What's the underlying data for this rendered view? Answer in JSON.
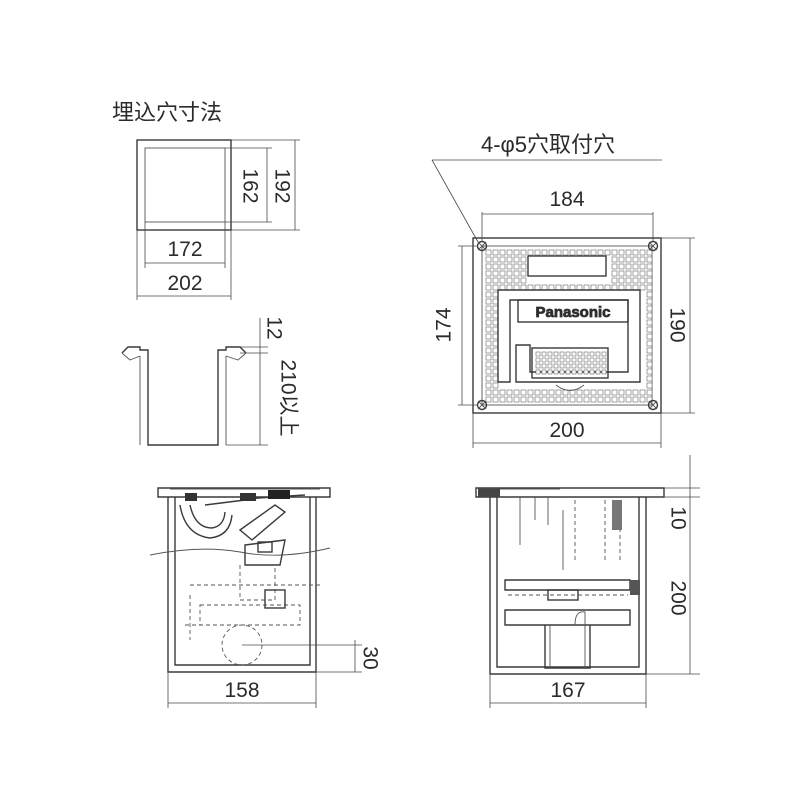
{
  "cutout_title": "埋込穴寸法",
  "mount_hole_label": "4-φ5穴取付穴",
  "brand_text": "Panasonic",
  "dims": {
    "cut_inner_height": "162",
    "cut_outer_height": "192",
    "cut_inner_width": "172",
    "cut_outer_width": "202",
    "lip_height": "12",
    "depth_min": "210以上",
    "top_width": "184",
    "top_height": "174",
    "top_outer_height": "190",
    "top_outer_width": "200",
    "front_body_width": "158",
    "front_pipe_offset": "30",
    "side_body_width": "167",
    "side_top_gap": "10",
    "side_depth": "200"
  }
}
